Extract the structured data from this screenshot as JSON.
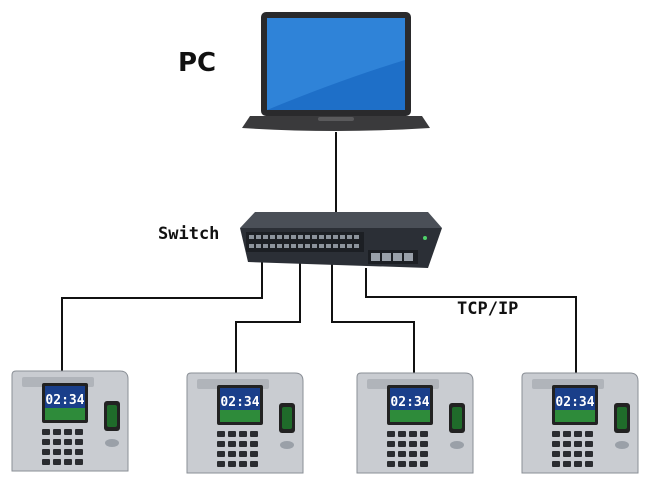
{
  "labels": {
    "pc": "PC",
    "switch": "Switch",
    "protocol": "TCP/IP"
  },
  "terminals": [
    {
      "time": "02:34"
    },
    {
      "time": "02:34"
    },
    {
      "time": "02:34"
    },
    {
      "time": "02:34"
    }
  ],
  "colors": {
    "wire": "#111111",
    "screen": "#1e6fc8",
    "switch_body": "#2b2f36",
    "terminal_body": "#c9ccd1",
    "lcd_bg": "#1a3f8a",
    "lcd_text": "#ffffff",
    "fingerprint_window": "#1f6b2a"
  },
  "icons": {
    "pc": "laptop-icon",
    "switch": "network-switch-icon",
    "terminal": "time-attendance-terminal-icon"
  }
}
